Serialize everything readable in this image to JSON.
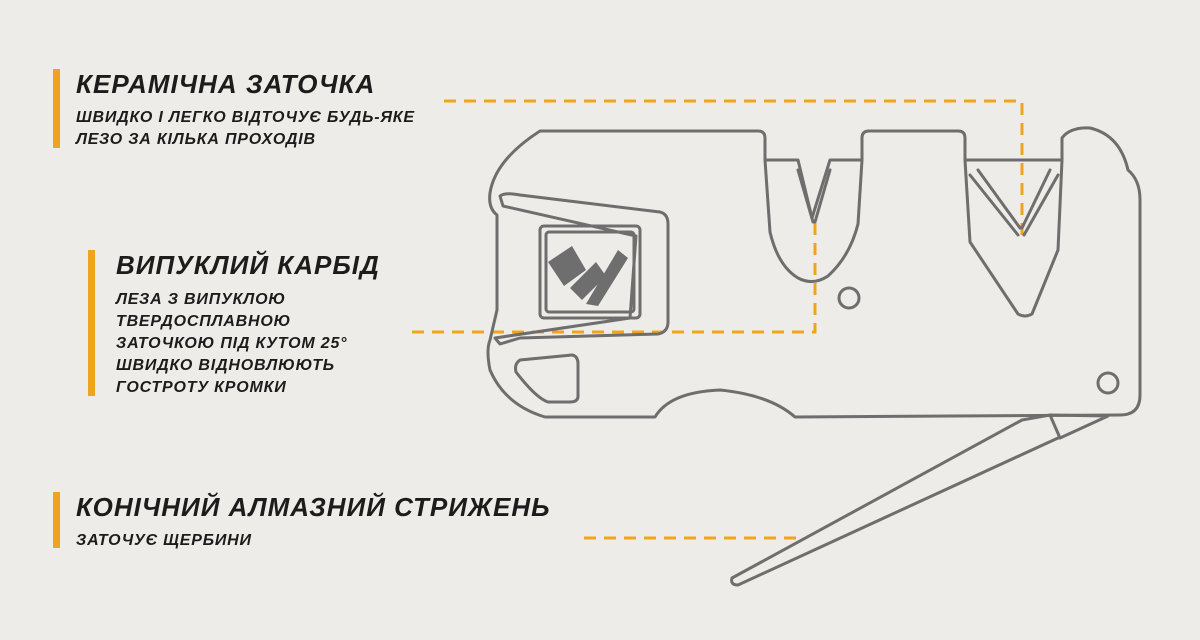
{
  "colors": {
    "accent": "#f0a41c",
    "outline": "#6e6e6e",
    "text": "#1c1c1c",
    "background": "#eeece8"
  },
  "callouts": [
    {
      "title": "КЕРАМІЧНА ЗАТОЧКА",
      "lines": [
        "ШВИДКО І ЛЕГКО ВІДТОЧУЄ БУДЬ-ЯКЕ",
        "ЛЕЗО ЗА КІЛЬКА ПРОХОДІВ"
      ]
    },
    {
      "title": "ВИПУКЛИЙ КАРБІД",
      "lines": [
        "ЛЕЗА З ВИПУКЛОЮ",
        "ТВЕРДОСПЛАВНОЮ",
        "ЗАТОЧКОЮ ПІД КУТОМ 25°",
        "ШВИДКО ВІДНОВЛЮЮТЬ",
        "ГОСТРОТУ КРОМКИ"
      ]
    },
    {
      "title": "КОНІЧНИЙ АЛМАЗНИЙ СТРИЖЕНЬ",
      "lines": [
        "ЗАТОЧУЄ ЩЕРБИНИ"
      ]
    }
  ],
  "icons": {
    "product": "knife-sharpener-icon",
    "logo": "brand-logo-icon"
  }
}
